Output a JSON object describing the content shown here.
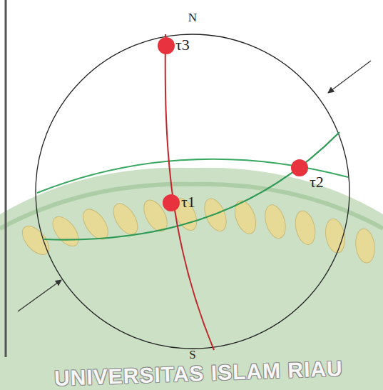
{
  "diagram": {
    "labels": [
      "N",
      "S",
      "τ3",
      "τ1",
      "τ2",
      "UNIVERSITAS ISLAM RIAU"
    ]
  }
}
